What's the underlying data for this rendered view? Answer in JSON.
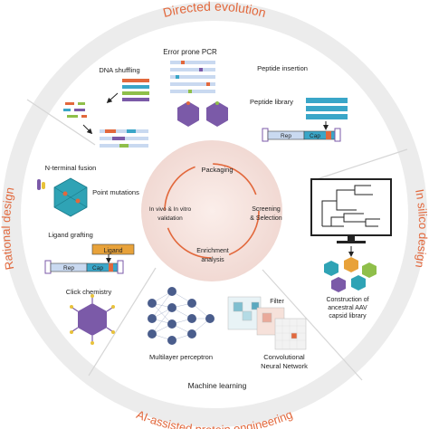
{
  "sections": {
    "directed_evolution": "Directed evolution",
    "in_silico_design": "In silico design",
    "ai_engineering": "AI-assisted protein engineering",
    "rational_design": "Rational design"
  },
  "directed": {
    "error_prone_pcr": "Error prone PCR",
    "dna_shuffling": "DNA shuffling",
    "peptide_insertion": "Peptide insertion",
    "peptide_library": "Peptide library",
    "rep": "Rep",
    "cap": "Cap"
  },
  "cycle": {
    "packaging": "Packaging",
    "screening_line1": "Screening",
    "screening_line2": "& Selection",
    "enrichment_line1": "Enrichment",
    "enrichment_line2": "analysis",
    "validation_line1": "In vivo & In vitro",
    "validation_line2": "validation"
  },
  "rational": {
    "n_terminal_fusion": "N-terminal fusion",
    "point_mutations": "Point mutations",
    "ligand_grafting": "Ligand grafting",
    "ligand": "Ligand",
    "rep": "Rep",
    "cap": "Cap",
    "click_chemistry": "Click chemistry"
  },
  "silico": {
    "caption_line1": "Construction of",
    "caption_line2": "ancestral AAV",
    "caption_line3": "capsid library"
  },
  "ml": {
    "filter": "Filter",
    "multilayer_perceptron": "Multilayer perceptron",
    "cnn_line1": "Convolutional",
    "cnn_line2": "Neural Network",
    "machine_learning": "Machine learning"
  },
  "colors": {
    "accent": "#e2683c",
    "ring_fill": "#ececec",
    "center_fill": "#f6e4e0",
    "capsid_purple": "#7b5aa8",
    "capsid_teal": "#2fa3b5",
    "rep_blue": "#c9d9f0",
    "cap_teal": "#3aa6c8"
  }
}
